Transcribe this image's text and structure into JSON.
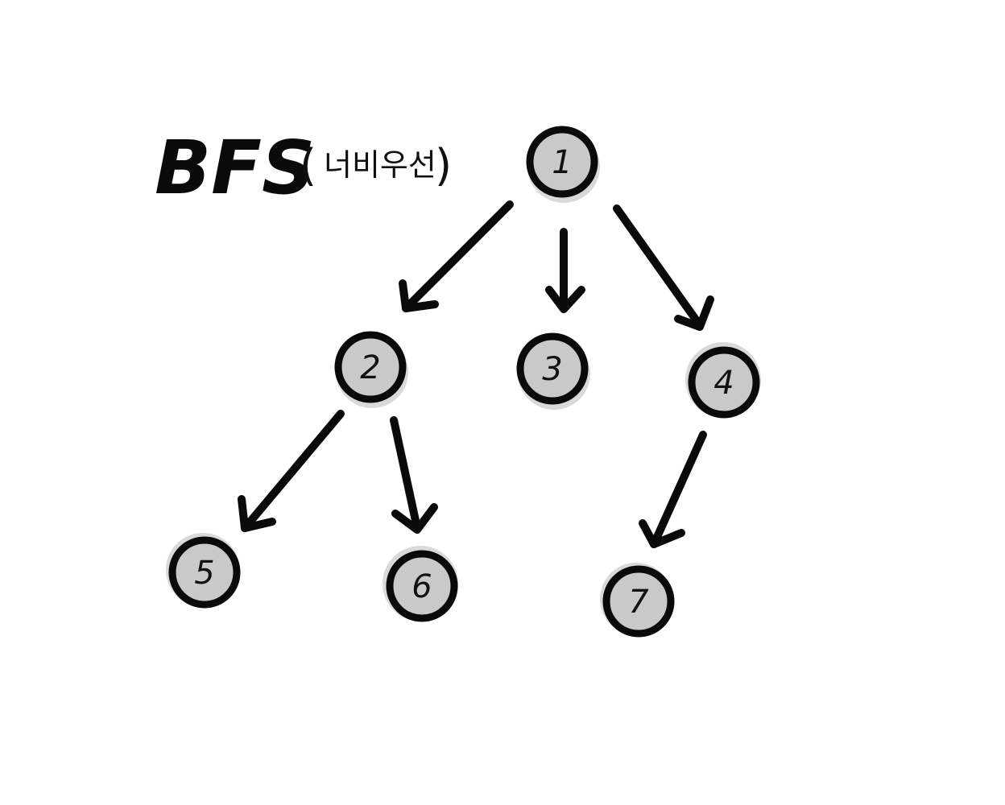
{
  "title": {
    "main": "BFS",
    "open_paren": "(",
    "subtitle": "너비우선",
    "close_paren": ")"
  },
  "colors": {
    "node_fill": "#c9c9c9",
    "stroke": "#0a0a0a",
    "background": "#ffffff"
  },
  "nodes": [
    {
      "id": "1",
      "label": "1"
    },
    {
      "id": "2",
      "label": "2"
    },
    {
      "id": "3",
      "label": "3"
    },
    {
      "id": "4",
      "label": "4"
    },
    {
      "id": "5",
      "label": "5"
    },
    {
      "id": "6",
      "label": "6"
    },
    {
      "id": "7",
      "label": "7"
    }
  ],
  "edges": [
    {
      "from": "1",
      "to": "2"
    },
    {
      "from": "1",
      "to": "3"
    },
    {
      "from": "1",
      "to": "4"
    },
    {
      "from": "2",
      "to": "5"
    },
    {
      "from": "2",
      "to": "6"
    },
    {
      "from": "4",
      "to": "7"
    }
  ]
}
